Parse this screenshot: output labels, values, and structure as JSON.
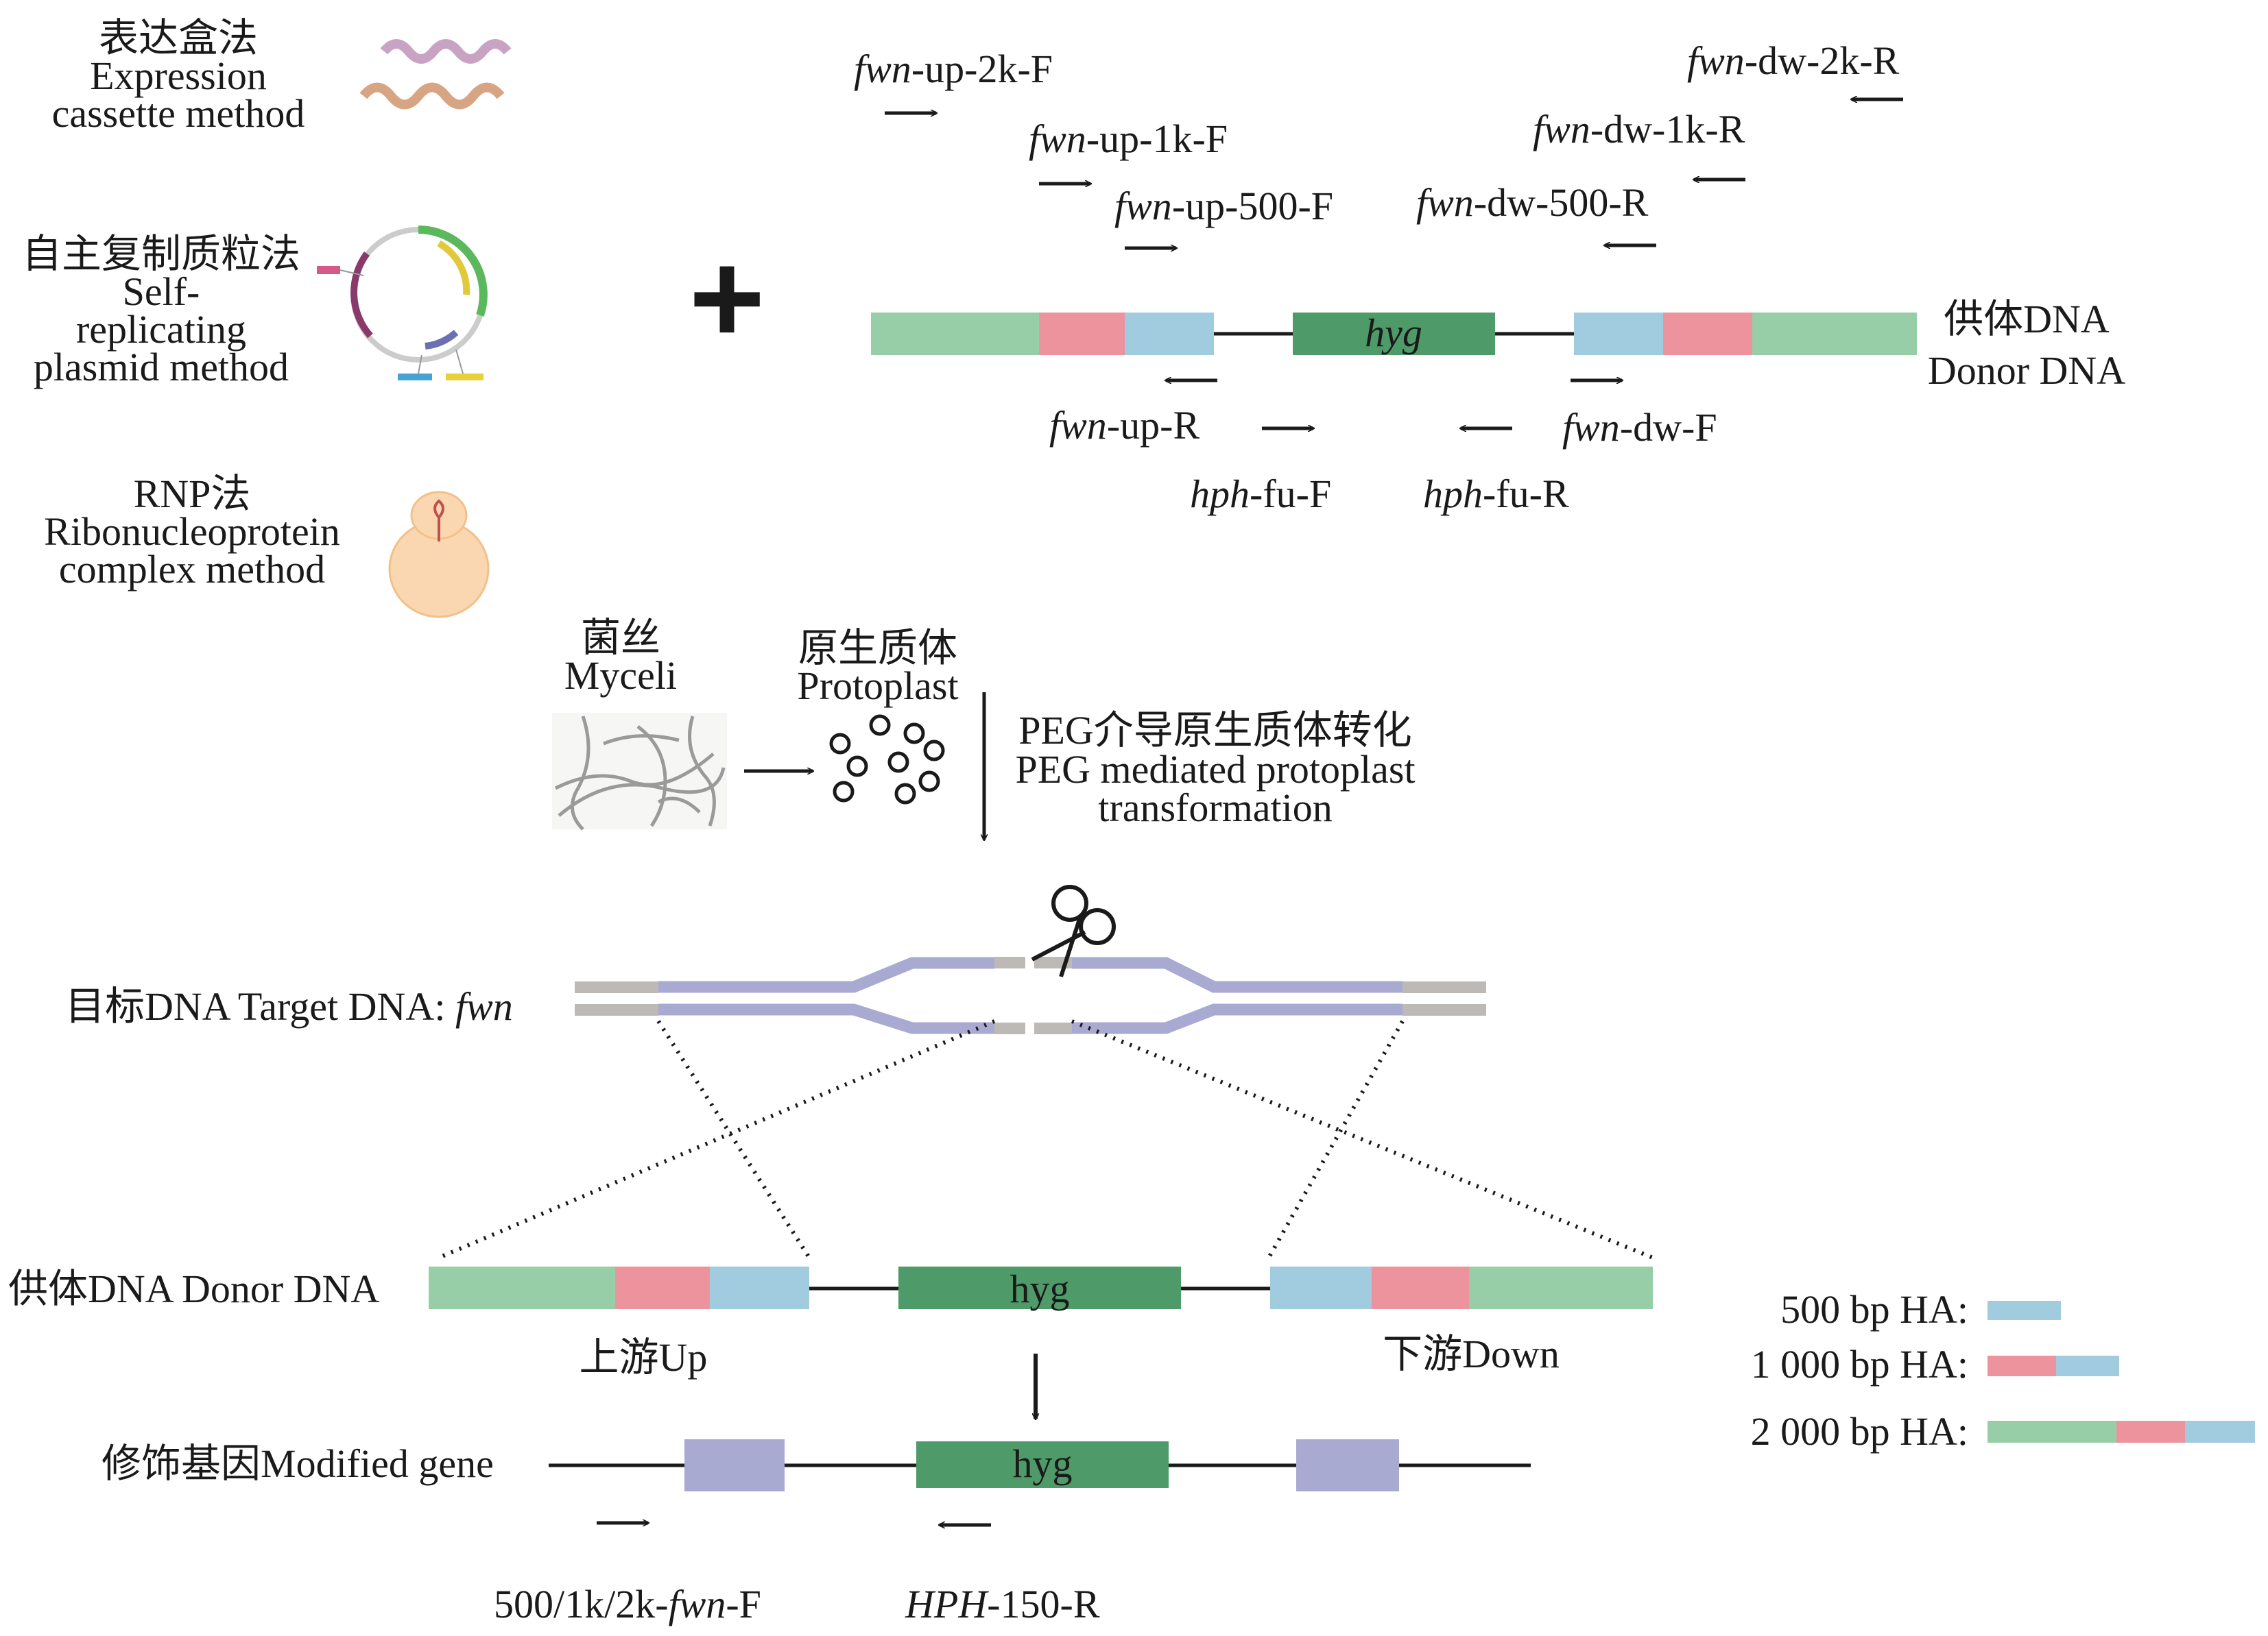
{
  "methods": {
    "expression_cassette": {
      "zh": "表达盒法",
      "en1": "Expression",
      "en2": "cassette method"
    },
    "self_replicating": {
      "zh": "自主复制质粒法",
      "en1": "Self-",
      "en2": "replicating",
      "en3": "plasmid method"
    },
    "rnp": {
      "zh": "RNP法",
      "en1": "Ribonucleoprotein",
      "en2": "complex method"
    }
  },
  "plus_sign": "+",
  "donor_top": {
    "label_zh": "供体DNA",
    "label_en": "Donor DNA",
    "insert": "hyg",
    "primers": {
      "up_2k_f": {
        "italic": "fwn",
        "rest": "-up-2k-F"
      },
      "up_1k_f": {
        "italic": "fwn",
        "rest": "-up-1k-F"
      },
      "up_500_f": {
        "italic": "fwn",
        "rest": "-up-500-F"
      },
      "dw_2k_r": {
        "italic": "fwn",
        "rest": "-dw-2k-R"
      },
      "dw_1k_r": {
        "italic": "fwn",
        "rest": "-dw-1k-R"
      },
      "dw_500_r": {
        "italic": "fwn",
        "rest": "-dw-500-R"
      },
      "up_r": {
        "italic": "fwn",
        "rest": "-up-R"
      },
      "dw_f": {
        "italic": "fwn",
        "rest": "-dw-F"
      },
      "hph_fu_f": {
        "italic": "hph",
        "rest": "-fu-F"
      },
      "hph_fu_r": {
        "italic": "hph",
        "rest": "-fu-R"
      }
    }
  },
  "transformation": {
    "myceli_zh": "菌丝",
    "myceli_en": "Myceli",
    "protoplast_zh": "原生质体",
    "protoplast_en": "Protoplast",
    "peg_zh": "PEG介导原生质体转化",
    "peg_en1": "PEG mediated protoplast",
    "peg_en2": "transformation"
  },
  "target": {
    "label": "目标DNA Target DNA: ",
    "gene": "fwn"
  },
  "donor_bottom": {
    "label": "供体DNA Donor DNA",
    "insert": "hyg",
    "up_label": "上游Up",
    "down_label": "下游Down"
  },
  "modified": {
    "label": "修饰基因Modified gene",
    "insert": "hyg",
    "primer_f_prefix": "500/1k/2k-",
    "primer_f_italic": "fwn",
    "primer_f_suffix": "-F",
    "primer_r_italic": "HPH",
    "primer_r_suffix": "-150-R"
  },
  "legend": {
    "ha500": "500 bp HA:",
    "ha1000": "1 000 bp HA:",
    "ha2000": "2 000 bp HA:"
  },
  "colors": {
    "green_ha": "#97cda7",
    "pink_ha": "#ec939e",
    "blue_ha": "#a1cbdf",
    "hyg": "#4e9a68",
    "purple": "#a8aad1",
    "gray": "#bdb9b6"
  }
}
